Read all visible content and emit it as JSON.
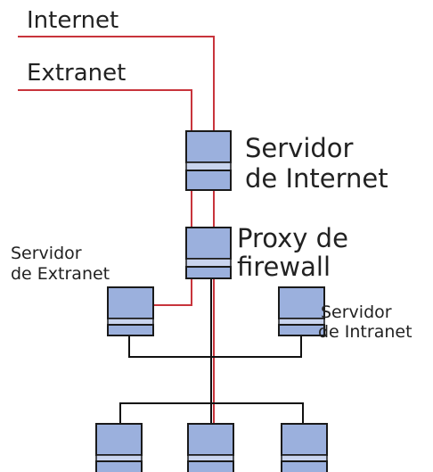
{
  "labels": {
    "internet": "Internet",
    "extranet": "Extranet",
    "internet_server_line1": "Servidor",
    "internet_server_line2": "de Internet",
    "proxy_line1": "Proxy de",
    "proxy_line2": "firewall",
    "extranet_server_line1": "Servidor",
    "extranet_server_line2": "de Extranet",
    "intranet_server_line1": "Servidor",
    "intranet_server_line2": "de Intranet"
  },
  "colors": {
    "external_link": "#c8343c",
    "internal_link": "#111111",
    "device": "#9bb0dd"
  },
  "icons": {
    "device": "computer-icon"
  }
}
